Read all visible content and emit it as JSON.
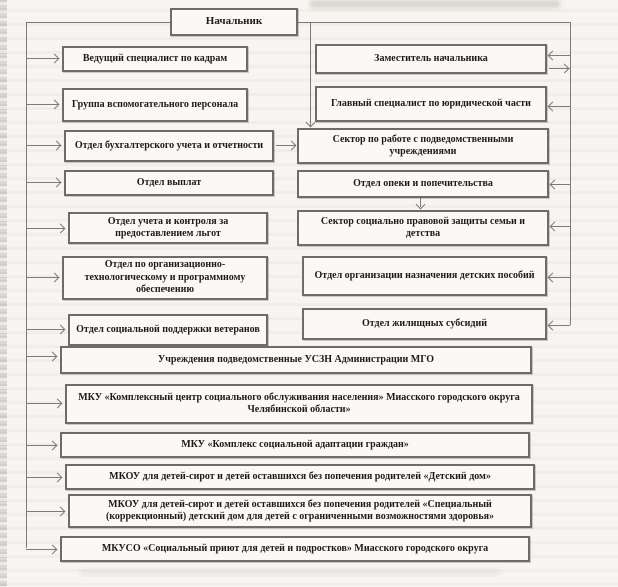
{
  "colors": {
    "paper": "#f7f5f1",
    "ink": "#1c1b1a",
    "line": "#7d7b76"
  },
  "org": {
    "root": "Начальник",
    "left": [
      "Ведущий специалист по кадрам",
      "Группа вспомогательного персонала",
      "Отдел бухгалтерского учета и отчетности",
      "Отдел выплат",
      "Отдел учета и контроля за предоставлением льгот",
      "Отдел по организационно-технологическому и программному обеспечению",
      "Отдел социальной поддержки ветеранов"
    ],
    "right": [
      "Заместитель начальника",
      "Главный специалист по юридической части",
      "Сектор по работе с подведомственными учреждениями",
      "Отдел опеки и попечительства",
      "Сектор социально правовой защиты семьи и детства",
      "Отдел организации назначения детских пособий",
      "Отдел жилищных субсидий"
    ],
    "wide": [
      "Учреждения подведомственные УСЗН Администрации МГО",
      "МКУ «Комплексный центр социального обслуживания населения» Миасского городского округа Челябинской области»",
      "МКУ «Комплекс социальной адаптации граждан»",
      "МКОУ для детей-сирот и детей оставшихся без попечения родителей «Детский дом»",
      "МКОУ для детей-сирот и детей оставшихся без попечения родителей «Специальный (коррекционный) детский дом для детей с ограниченными возможностями здоровья»",
      "МКУСО «Социальный приют для детей и подростков» Миасского городского округа"
    ]
  }
}
